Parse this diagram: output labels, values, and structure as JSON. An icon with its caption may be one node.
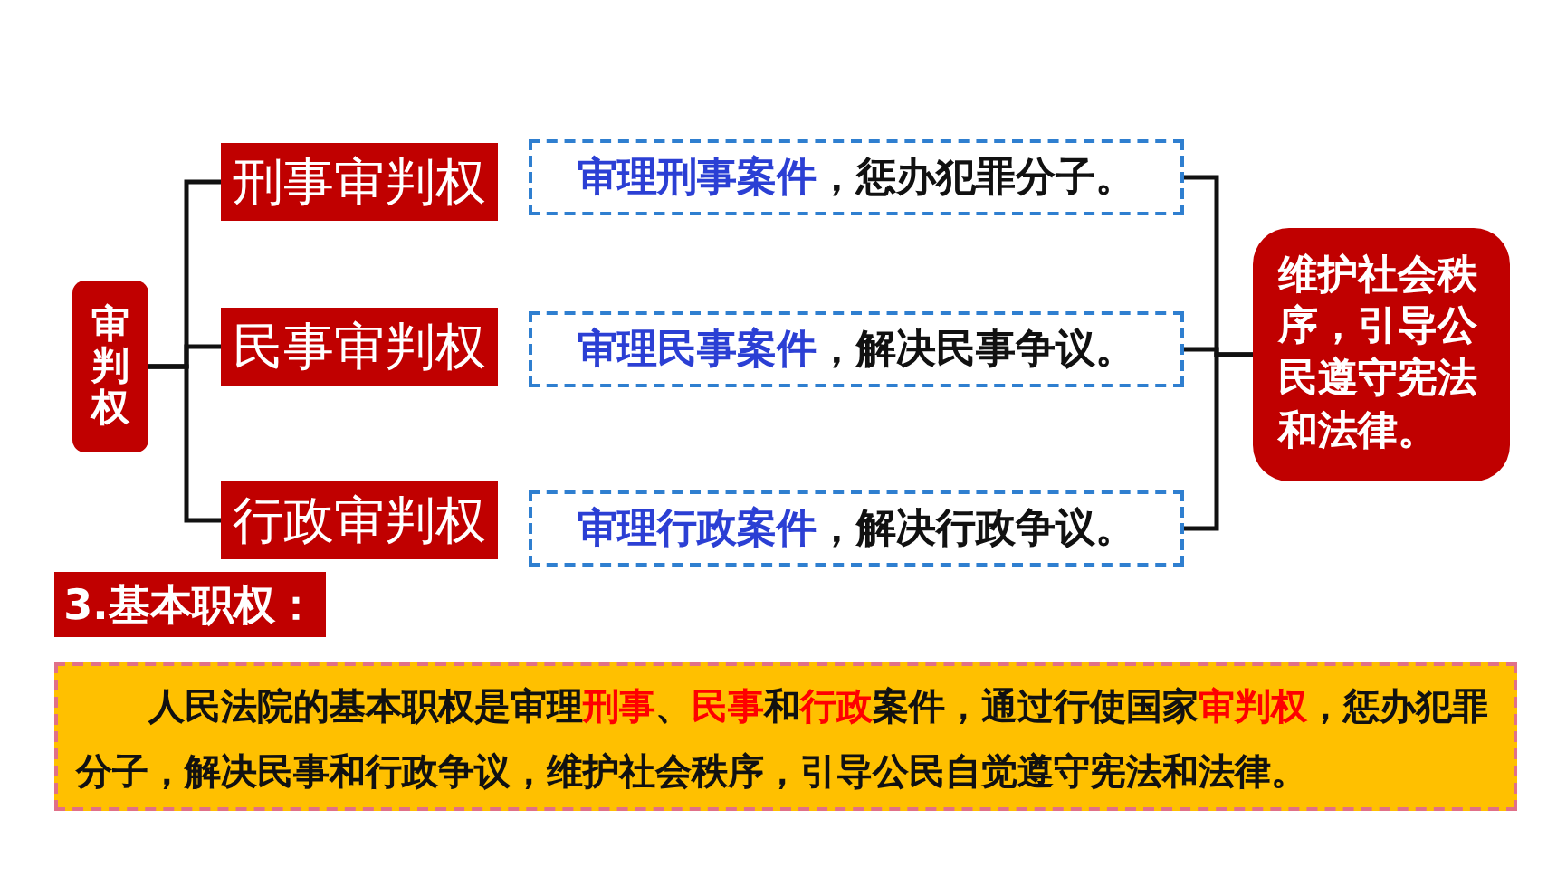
{
  "diagram": {
    "nodes": [
      {
        "text": [
          "审判权"
        ]
      },
      {
        "text": [
          "刑事审判权"
        ]
      },
      {
        "text": [
          "民事审判权"
        ]
      },
      {
        "text": [
          "行政审判权"
        ]
      },
      {
        "text": [
          "**审理刑事案件**，惩办犯罪分子。"
        ]
      },
      {
        "text": [
          "**审理民事案件**，解决民事争议。"
        ]
      },
      {
        "text": [
          "**审理行政案件**，解决行政争议。"
        ]
      },
      {
        "text": [
          "维护社会秩序，引导公民遵守宪法和法律。"
        ]
      },
      {
        "text": [
          "3.基本职权："
        ]
      },
      {
        "text": [
          "人民法院的基本职权是审理**刑事**、**民事**和**行政**案件，通过行使国家**审判权**，惩办犯罪分子，解决民事和行政争议，维护社会秩序，引导公民自觉遵守宪法和法律。"
        ]
      }
    ],
    "edges": [
      {
        "from": 0,
        "to": 1,
        "arrow": "none"
      },
      {
        "from": 0,
        "to": 2,
        "arrow": "none"
      },
      {
        "from": 0,
        "to": 3,
        "arrow": "none"
      },
      {
        "from": 4,
        "to": 7,
        "arrow": "none"
      },
      {
        "from": 5,
        "to": 7,
        "arrow": "none"
      },
      {
        "from": 6,
        "to": 7,
        "arrow": "none"
      }
    ]
  }
}
